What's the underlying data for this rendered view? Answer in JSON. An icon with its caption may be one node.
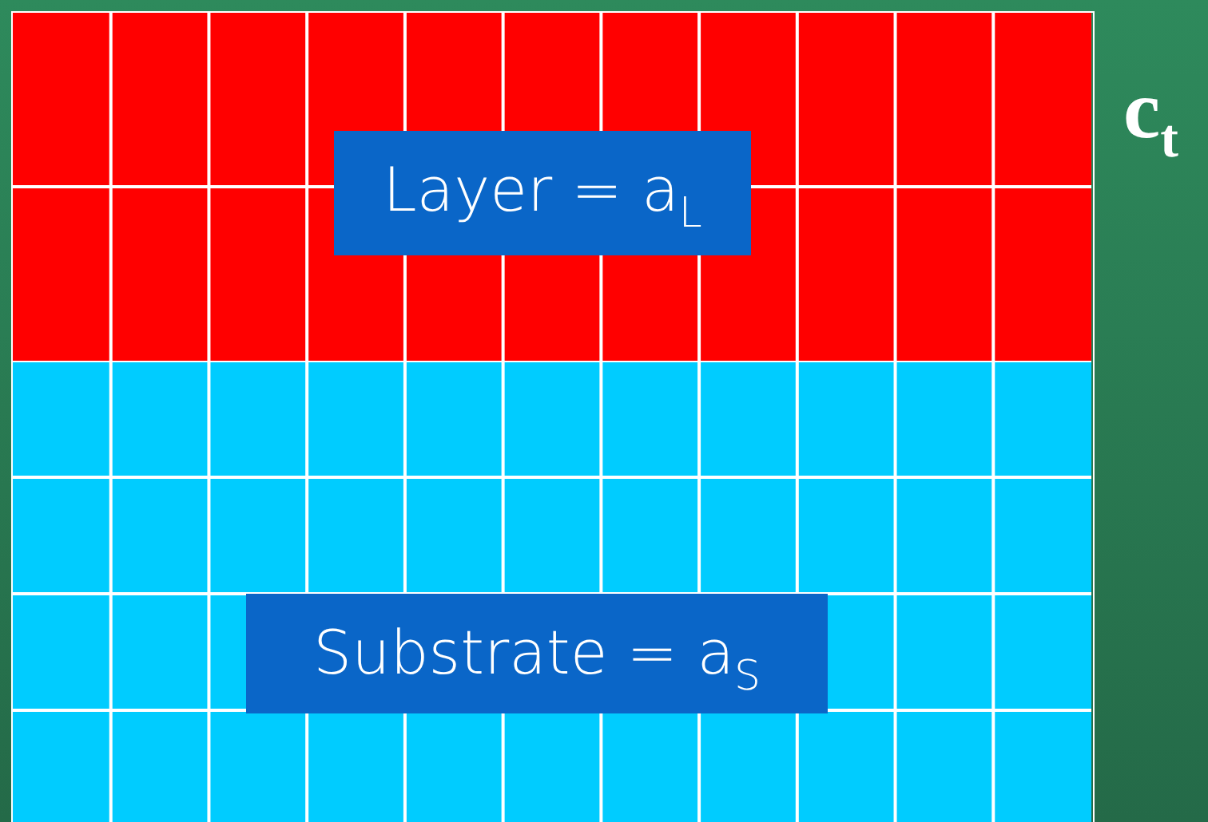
{
  "diagram": {
    "nodes": [
      {
        "text": [
          "Layer = a$_{L}$"
        ]
      },
      {
        "text": [
          "Substrate = a$_{S}$"
        ]
      }
    ],
    "labels": [
      "c$_{t}$"
    ]
  }
}
